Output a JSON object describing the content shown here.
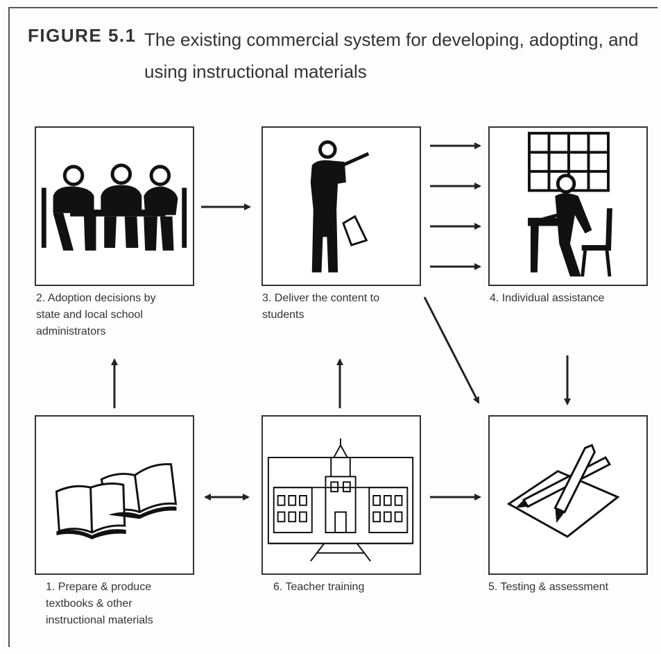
{
  "figure": {
    "number": "FIGURE 5.1",
    "title": "The existing commercial system for developing, adopting, and using instructional materials"
  },
  "steps": {
    "adoption": "2. Adoption decisions by\nstate and local school\nadministrators",
    "deliver": "3. Deliver the content to\nstudents",
    "individual": "4. Individual assistance",
    "prepare": "1. Prepare & produce\ntextbooks & other\ninstructional materials",
    "training": "6. Teacher training",
    "testing": "5. Testing & assessment"
  },
  "icons": {
    "adoption": "meeting-table-icon",
    "deliver": "presenter-icon",
    "individual": "student-at-desk-icon",
    "prepare": "open-books-icon",
    "training": "school-building-icon",
    "testing": "pencil-paper-icon"
  }
}
